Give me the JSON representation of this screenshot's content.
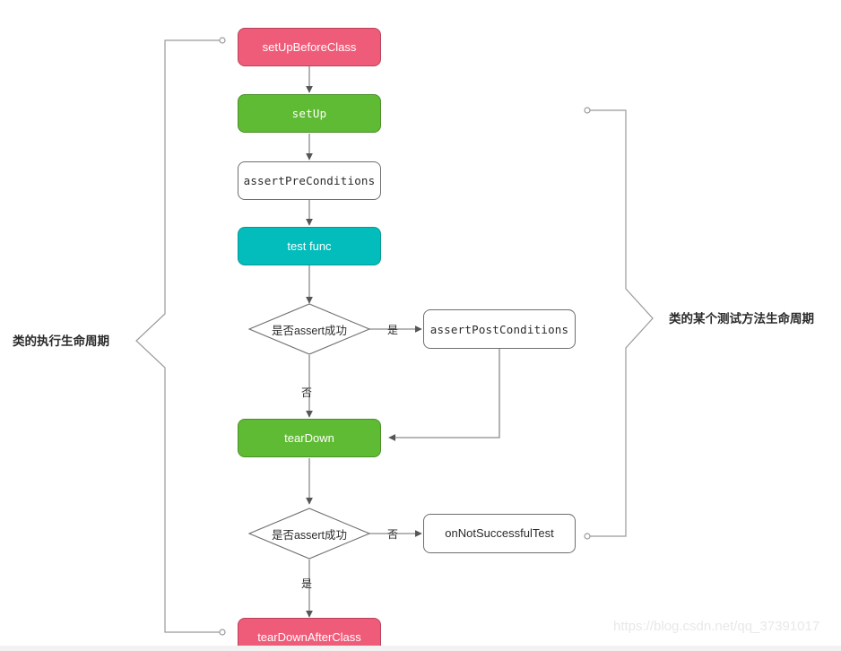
{
  "diagram": {
    "title": "JUnit test lifecycle flowchart",
    "colors": {
      "pink": "#ef5c79",
      "green": "#60bb34",
      "teal": "#02bdbb",
      "plain_border": "#6e6e6e",
      "wire": "#8a8a8a",
      "watermark": "#e8e8e8"
    },
    "nodes": {
      "setup_before_class": "setUpBeforeClass",
      "setup": "setUp",
      "assert_pre_conditions": "assertPreConditions",
      "test_func": "test func",
      "decision_1": "是否assert成功",
      "assert_post_conditions": "assertPostConditions",
      "teardown": "tearDown",
      "decision_2": "是否assert成功",
      "on_not_successful_test": "onNotSuccessfulTest",
      "teardown_after_class": "tearDownAfterClass"
    },
    "edge_labels": {
      "d1_yes": "是",
      "d1_no": "否",
      "d2_no": "否",
      "d2_yes": "是"
    },
    "braces": {
      "left_label": "类的执行生命周期",
      "right_label": "类的某个测试方法生命周期"
    },
    "watermark": "https://blog.csdn.net/qq_37391017"
  }
}
